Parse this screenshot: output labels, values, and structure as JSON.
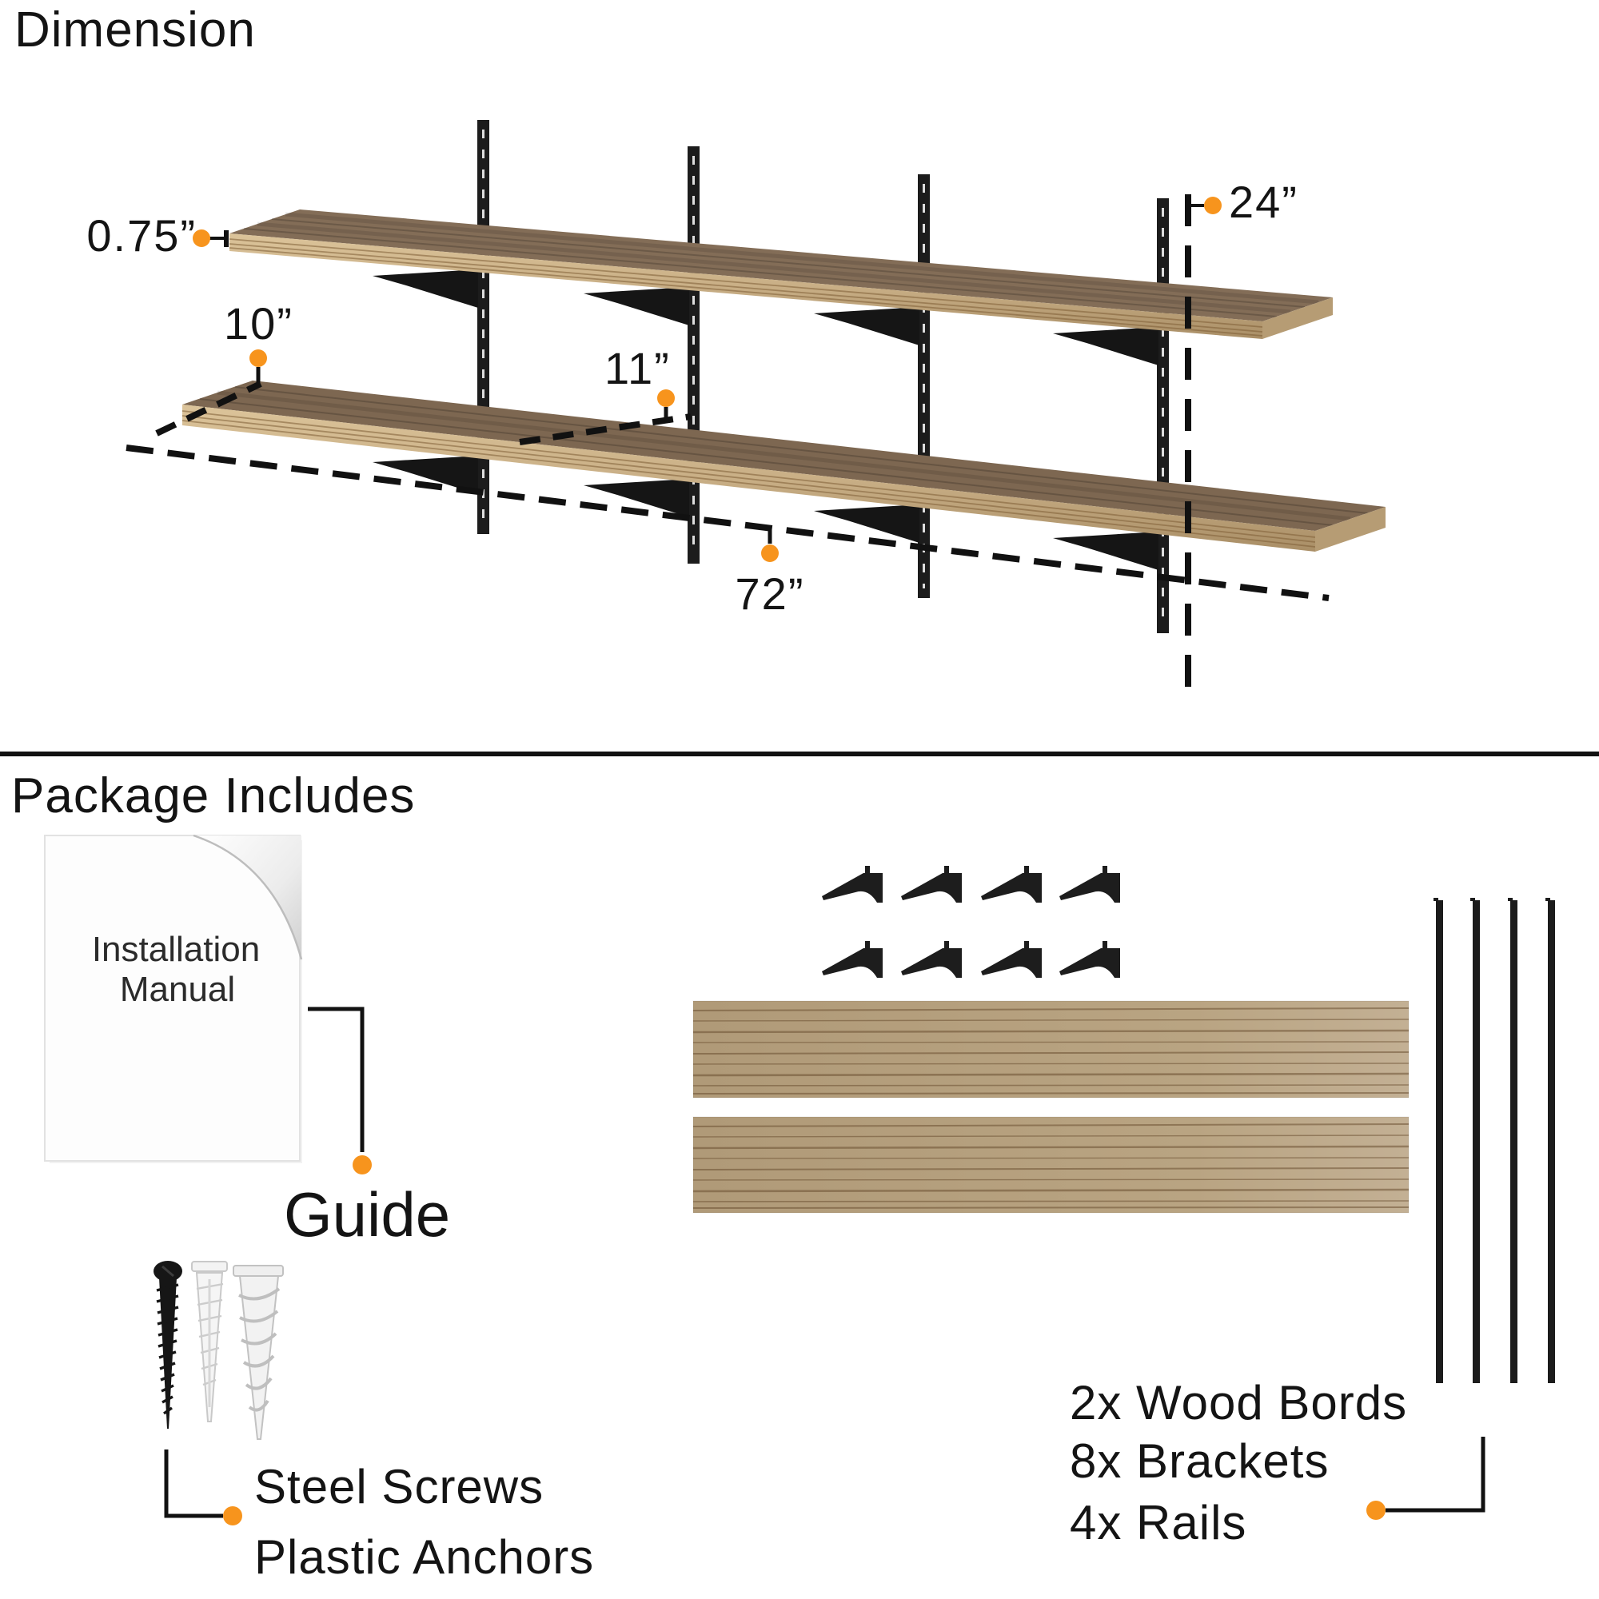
{
  "colors": {
    "accent": "#F7941D",
    "ink": "#111111",
    "wood_top": "#85705A",
    "wood_edge": "#C9AF86",
    "board_wood": "#B7A283",
    "rail_black": "#1C1C1C"
  },
  "dimension": {
    "title": "Dimension",
    "labels": {
      "thickness": "0.75”",
      "lower_depth": "10”",
      "upper_depth": "11”",
      "height": "24”",
      "length": "72”"
    }
  },
  "package": {
    "title": "Package Includes",
    "manual": {
      "line1": "Installation",
      "line2": "Manual"
    },
    "guide_label": "Guide",
    "hardware_label1": "Steel Screws",
    "hardware_label2": "Plastic Anchors",
    "contents": [
      "2x Wood Bords",
      "8x Brackets",
      "4x Rails"
    ]
  }
}
